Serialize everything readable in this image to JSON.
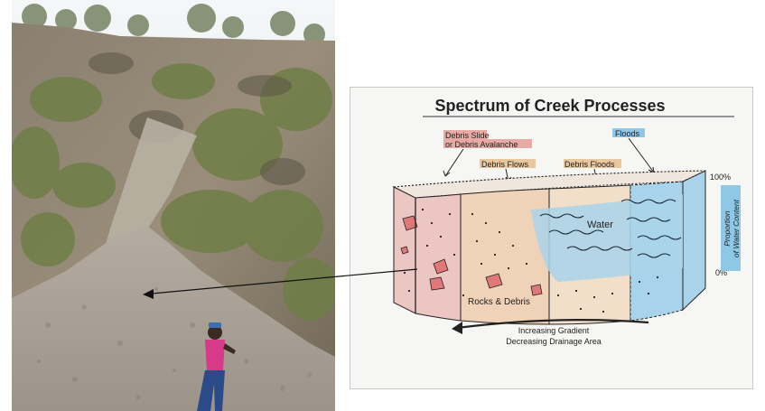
{
  "figure": {
    "title": "Spectrum of Creek Processes",
    "labels": {
      "debris_slide_line1": "Debris Slide",
      "debris_slide_line2": "or Debris Avalanche",
      "debris_flows": "Debris Flows",
      "debris_floods": "Debris Floods",
      "floods": "Floods",
      "water": "Water",
      "rocks_debris": "Rocks & Debris",
      "pct_100": "100%",
      "pct_0": "0%",
      "axis_line1": "Proportion",
      "axis_line2": "of Water Content",
      "gradient_line1": "Increasing Gradient",
      "gradient_line2": "Decreasing Drainage Area"
    }
  },
  "colors": {
    "slide_fill": "#ecc6c2",
    "flow_fill": "#f0d2b8",
    "flood_fill": "#f1dfc9",
    "water_fill": "#a9d3ea",
    "rock_fill": "#e07878",
    "highlight_pink": "#e8aaa4",
    "highlight_tan": "#e9c79f",
    "highlight_blue": "#8fc7e6"
  }
}
